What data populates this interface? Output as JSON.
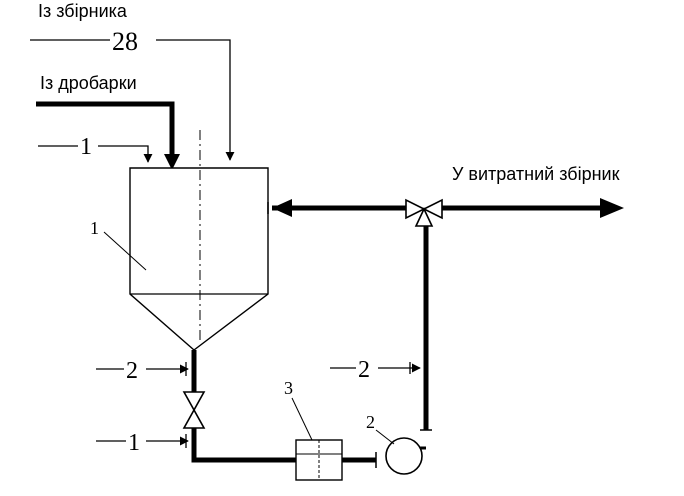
{
  "labels": {
    "from_collector": "Із збірника",
    "from_crusher": "Із дробарки",
    "to_supply_tank": "У витратний збірник"
  },
  "stream_codes": {
    "collector_line": "28",
    "crusher_side_line": "1",
    "tank_bottom_line": "2",
    "valve_outlet_line": "1",
    "return_line": "2"
  },
  "equipment_numbers": {
    "tank": "1",
    "filter": "3",
    "pump": "2"
  },
  "colors": {
    "ink": "#000000",
    "background": "#ffffff"
  }
}
